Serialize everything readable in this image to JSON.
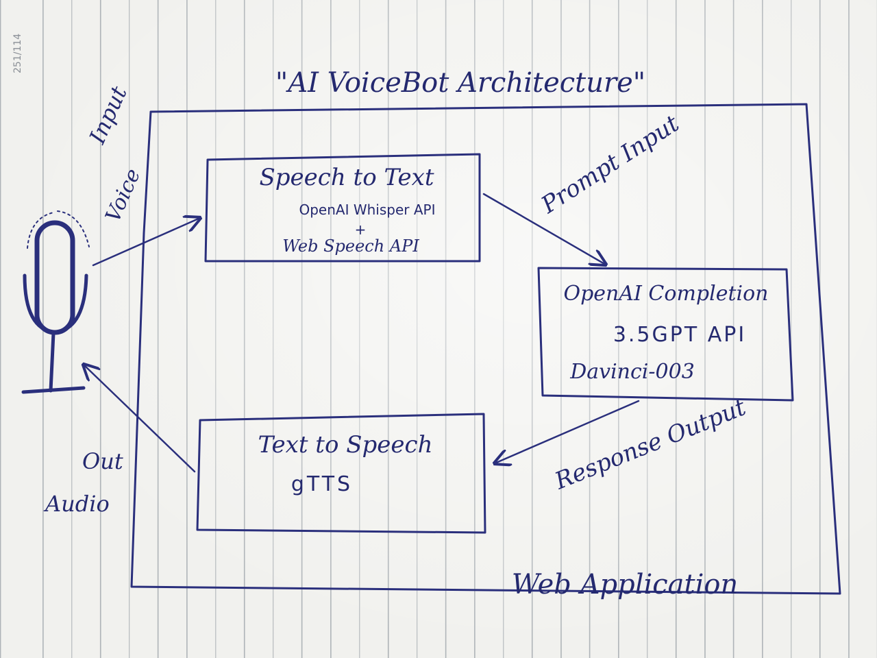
{
  "page_number": "251/114",
  "title": "\"AI VoiceBot Architecture\"",
  "container_label": "Web Application",
  "mic_labels": {
    "input_line1": "Input",
    "input_line2": "Voice",
    "output_line1": "Out",
    "output_line2": "Audio"
  },
  "boxes": {
    "speech_to_text": {
      "title": "Speech to Text",
      "line1": "OpenAI Whisper API",
      "plus": "+",
      "line2": "Web Speech API"
    },
    "completion": {
      "title": "OpenAI Completion",
      "line1": "3.5GPT API",
      "line2": "Davinci-003"
    },
    "text_to_speech": {
      "title": "Text to Speech",
      "line1": "gTTS"
    }
  },
  "edge_labels": {
    "prompt": "Prompt Input",
    "response": "Response Output"
  },
  "colors": {
    "ink": "#2a2f7c",
    "paper": "#f1f1ee",
    "rule_lines": "#7882ba"
  }
}
